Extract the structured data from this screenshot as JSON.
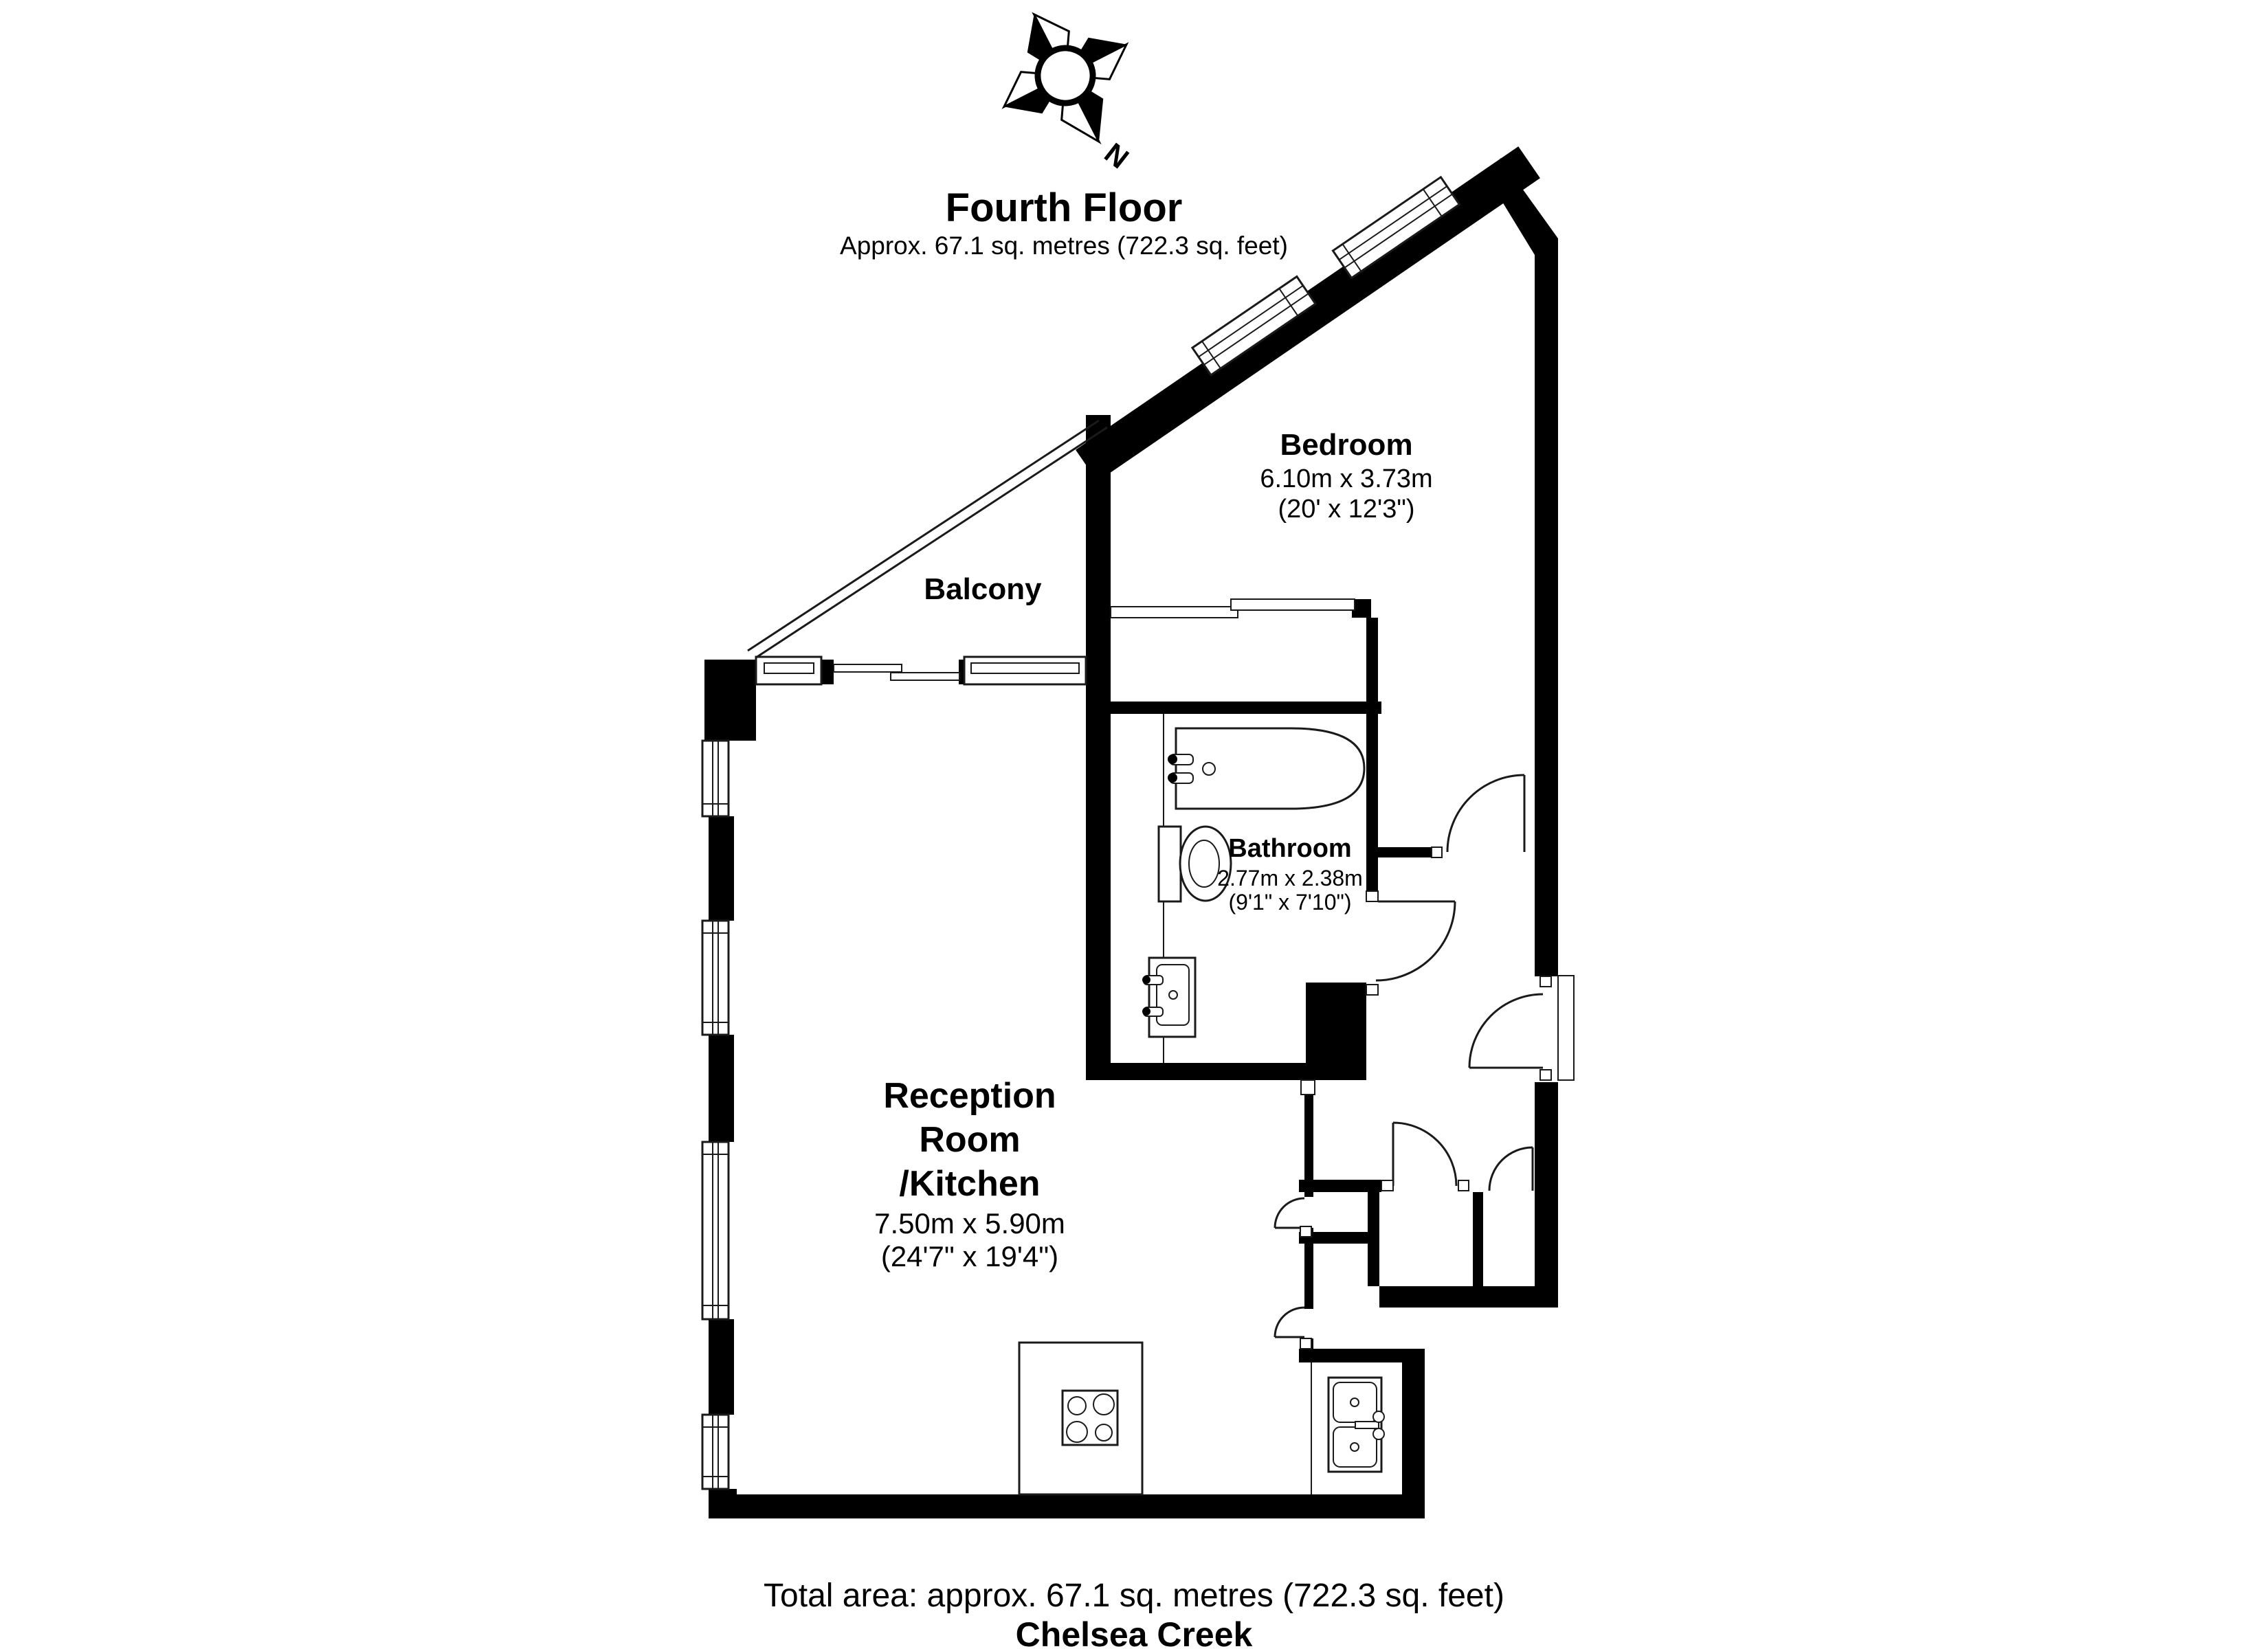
{
  "floorplan": {
    "title": "Fourth Floor",
    "subtitle": "Approx. 67.1 sq. metres (722.3 sq. feet)",
    "compass": {
      "north_label": "N"
    },
    "rooms": {
      "bedroom": {
        "name": "Bedroom",
        "dimensions_metric": "6.10m x 3.73m",
        "dimensions_imperial": "(20' x 12'3\")"
      },
      "balcony": {
        "name": "Balcony"
      },
      "bathroom": {
        "name": "Bathroom",
        "dimensions_metric": "2.77m x 2.38m",
        "dimensions_imperial": "(9'1\" x 7'10\")"
      },
      "reception": {
        "name_line1": "Reception",
        "name_line2": "Room",
        "name_line3": "/Kitchen",
        "dimensions_metric": "7.50m x 5.90m",
        "dimensions_imperial": "(24'7\" x 19'4\")"
      }
    },
    "footer": {
      "total_area": "Total area: approx. 67.1 sq. metres (722.3 sq. feet)",
      "development": "Chelsea Creek"
    },
    "colors": {
      "wall": "#000000",
      "background": "#ffffff",
      "line": "#1a1a1a"
    }
  }
}
